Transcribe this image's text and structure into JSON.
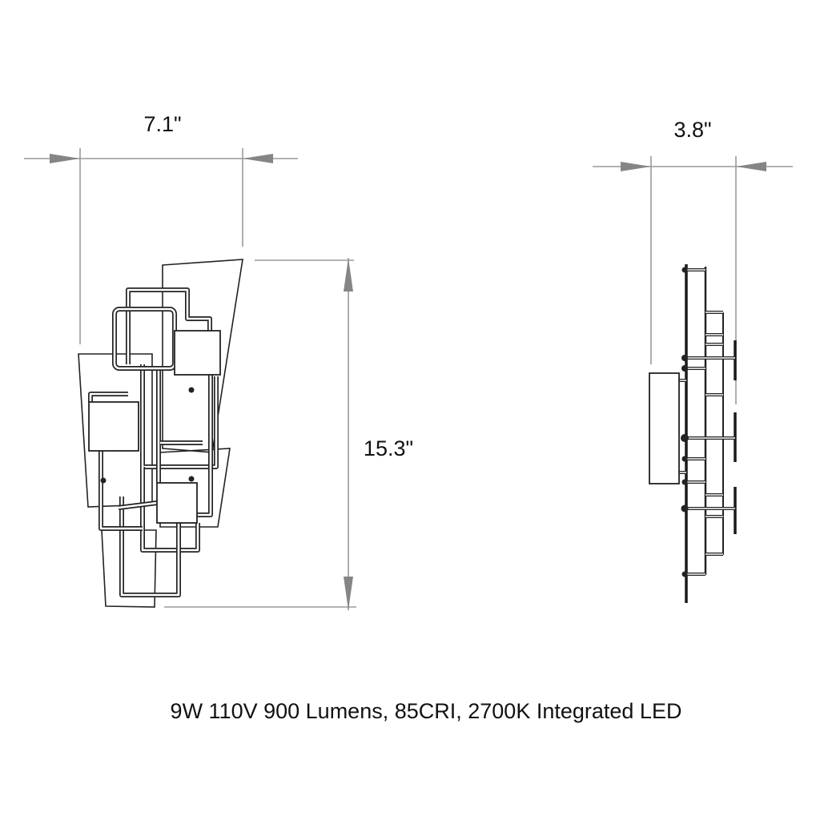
{
  "dimensions": {
    "width_label": "7.1\"",
    "depth_label": "3.8\"",
    "height_label": "15.3\""
  },
  "caption": "9W 110V 900 Lumens, 85CRI, 2700K Integrated LED",
  "colors": {
    "line": "#222222",
    "dimension": "#9a9a9a",
    "arrow": "#858585"
  }
}
